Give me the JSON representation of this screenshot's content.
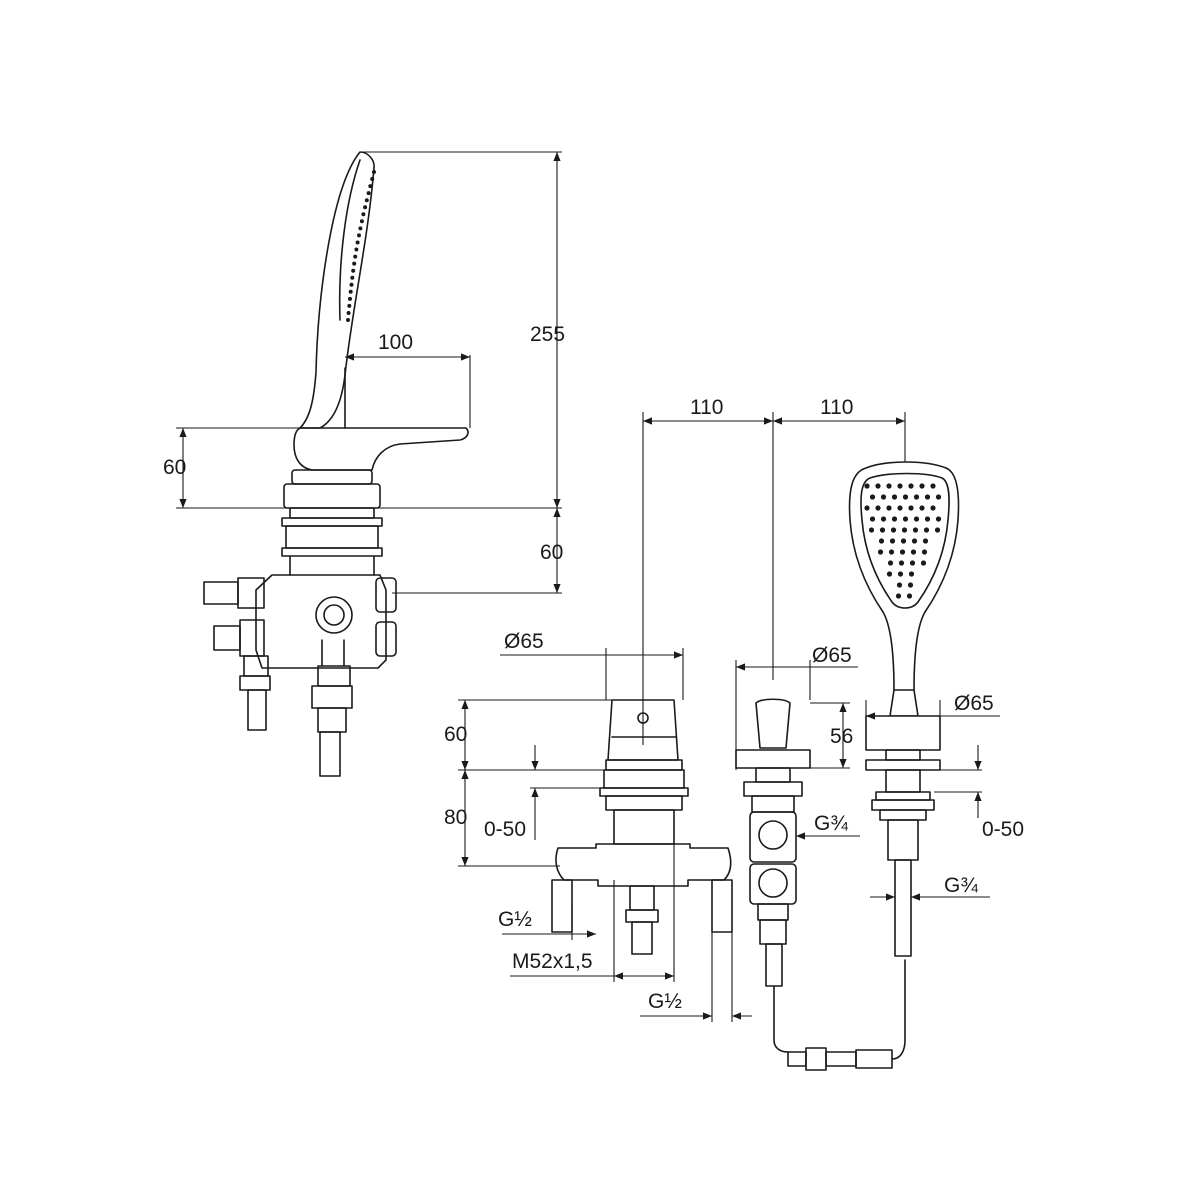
{
  "drawing": {
    "side_view": {
      "dim_spout_reach": "100",
      "dim_total_height": "255",
      "dim_body_height": "60",
      "dim_below_deck": "60"
    },
    "front_view": {
      "dim_spacing_left": "110",
      "dim_spacing_right": "110",
      "mixer": {
        "diameter": "Ø65",
        "height": "60",
        "below_deck": "80",
        "deck_range": "0-50",
        "inlet_thread": "G½",
        "body_thread": "M52x1,5",
        "outlet_thread": "G½"
      },
      "diverter": {
        "diameter": "Ø65",
        "height": "56",
        "thread": "G¾"
      },
      "handshower": {
        "diameter": "Ø65",
        "deck_range": "0-50",
        "thread": "G¾"
      }
    }
  }
}
